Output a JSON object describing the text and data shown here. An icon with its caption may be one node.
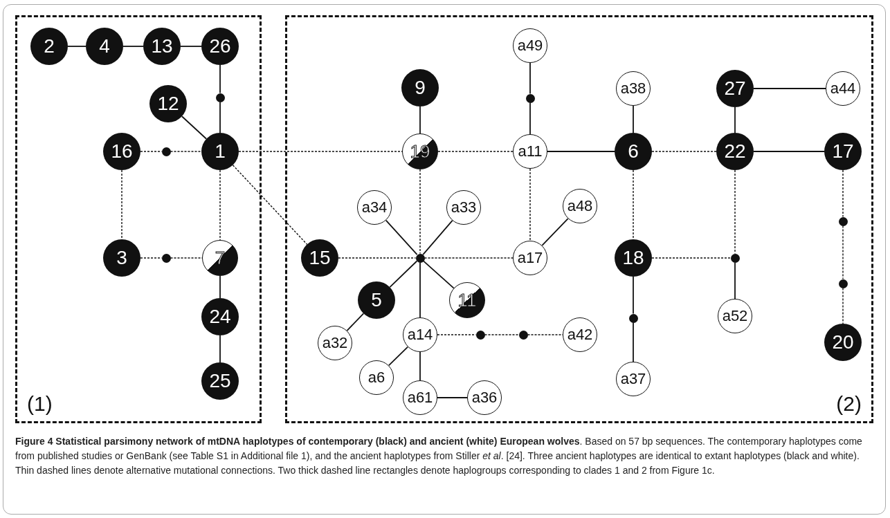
{
  "diagram": {
    "caption": "**Figure 4 Statistical parsimony network of mtDNA haplotypes of contemporary (black) and ancient (white) European wolves**. Based on 57 bp sequences. The contemporary haplotypes come from published studies or GenBank (see Table S1 in Additional file 1), and the ancient haplotypes from Stiller *et al*. [24]. Three ancient haplotypes are identical to extant haplotypes (black and white). Thin dashed lines denote alternative mutational connections. Two thick dashed line rectangles denote haplogroups corresponding to clades 1 and 2 from Figure 1c.",
    "nodes": [
      {
        "text": [
          "(1)"
        ]
      },
      {
        "text": [
          "(2)"
        ]
      },
      {
        "text": [
          "2"
        ],
        "in": 0
      },
      {
        "text": [
          "4"
        ],
        "in": 0
      },
      {
        "text": [
          "13"
        ],
        "in": 0
      },
      {
        "text": [
          "26"
        ],
        "in": 0
      },
      {
        "text": [],
        "shape": "circle",
        "in": 0
      },
      {
        "text": [
          "12"
        ],
        "in": 0
      },
      {
        "text": [
          "16"
        ],
        "in": 0
      },
      {
        "text": [],
        "shape": "circle",
        "in": 0
      },
      {
        "text": [
          "1"
        ],
        "in": 0
      },
      {
        "text": [
          "3"
        ],
        "in": 0
      },
      {
        "text": [],
        "shape": "circle",
        "in": 0
      },
      {
        "text": [
          "7"
        ],
        "in": 0
      },
      {
        "text": [
          "24"
        ],
        "in": 0
      },
      {
        "text": [
          "25"
        ],
        "in": 0
      },
      {
        "text": [
          "a49"
        ],
        "in": 1
      },
      {
        "text": [
          "9"
        ],
        "in": 1
      },
      {
        "text": [],
        "shape": "circle",
        "in": 1
      },
      {
        "text": [
          "19"
        ],
        "in": 1
      },
      {
        "text": [
          "a11"
        ],
        "in": 1
      },
      {
        "text": [
          "a38"
        ],
        "in": 1
      },
      {
        "text": [
          "6"
        ],
        "in": 1
      },
      {
        "text": [
          "27"
        ],
        "in": 1
      },
      {
        "text": [
          "a44"
        ],
        "in": 1
      },
      {
        "text": [
          "22"
        ],
        "in": 1
      },
      {
        "text": [
          "17"
        ],
        "in": 1
      },
      {
        "text": [
          "a34"
        ],
        "in": 1
      },
      {
        "text": [
          "a33"
        ],
        "in": 1
      },
      {
        "text": [
          "a48"
        ],
        "in": 1
      },
      {
        "text": [
          "15"
        ],
        "in": 1
      },
      {
        "text": [],
        "shape": "circle",
        "in": 1
      },
      {
        "text": [
          "a17"
        ],
        "in": 1
      },
      {
        "text": [
          "18"
        ],
        "in": 1
      },
      {
        "text": [],
        "shape": "circle",
        "in": 1
      },
      {
        "text": [],
        "shape": "circle",
        "in": 1
      },
      {
        "text": [
          "5"
        ],
        "in": 1
      },
      {
        "text": [
          "11"
        ],
        "in": 1
      },
      {
        "text": [
          "a52"
        ],
        "in": 1
      },
      {
        "text": [],
        "shape": "circle",
        "in": 1
      },
      {
        "text": [
          "a14"
        ],
        "in": 1
      },
      {
        "text": [],
        "shape": "circle",
        "in": 1
      },
      {
        "text": [],
        "shape": "circle",
        "in": 1
      },
      {
        "text": [
          "a42"
        ],
        "in": 1
      },
      {
        "text": [
          "a32"
        ],
        "in": 1
      },
      {
        "text": [],
        "shape": "circle",
        "in": 1
      },
      {
        "text": [
          "20"
        ],
        "in": 1
      },
      {
        "text": [
          "a6"
        ],
        "in": 1
      },
      {
        "text": [
          "a37"
        ],
        "in": 1
      },
      {
        "text": [
          "a61"
        ],
        "in": 1
      },
      {
        "text": [
          "a36"
        ],
        "in": 1
      }
    ],
    "edges": [
      {
        "from": 2,
        "to": 3,
        "arrow": "none"
      },
      {
        "from": 3,
        "to": 4,
        "arrow": "none"
      },
      {
        "from": 4,
        "to": 5,
        "arrow": "none"
      },
      {
        "from": 5,
        "to": 6,
        "arrow": "none"
      },
      {
        "from": 6,
        "to": 10,
        "arrow": "none"
      },
      {
        "from": 7,
        "to": 10,
        "arrow": "none"
      },
      {
        "from": 8,
        "to": 9,
        "arrow": "none",
        "style": "dashed"
      },
      {
        "from": 9,
        "to": 10,
        "arrow": "none",
        "style": "dashed"
      },
      {
        "from": 8,
        "to": 11,
        "arrow": "none",
        "style": "dashed"
      },
      {
        "from": 10,
        "to": 13,
        "arrow": "none",
        "style": "dashed"
      },
      {
        "from": 11,
        "to": 12,
        "arrow": "none",
        "style": "dashed"
      },
      {
        "from": 12,
        "to": 13,
        "arrow": "none",
        "style": "dashed"
      },
      {
        "from": 13,
        "to": 14,
        "arrow": "none"
      },
      {
        "from": 14,
        "to": 15,
        "arrow": "none"
      },
      {
        "from": 10,
        "to": 19,
        "arrow": "none",
        "style": "dashed"
      },
      {
        "from": 10,
        "to": 30,
        "arrow": "none",
        "style": "dashed"
      },
      {
        "from": 17,
        "to": 19,
        "arrow": "none"
      },
      {
        "from": 19,
        "to": 20,
        "arrow": "none",
        "style": "dashed"
      },
      {
        "from": 16,
        "to": 18,
        "arrow": "none"
      },
      {
        "from": 18,
        "to": 20,
        "arrow": "none"
      },
      {
        "from": 20,
        "to": 22,
        "arrow": "none"
      },
      {
        "from": 21,
        "to": 22,
        "arrow": "none"
      },
      {
        "from": 22,
        "to": 25,
        "arrow": "none",
        "style": "dashed"
      },
      {
        "from": 23,
        "to": 25,
        "arrow": "none"
      },
      {
        "from": 23,
        "to": 24,
        "arrow": "none"
      },
      {
        "from": 25,
        "to": 26,
        "arrow": "none"
      },
      {
        "from": 20,
        "to": 32,
        "arrow": "none",
        "style": "dashed"
      },
      {
        "from": 29,
        "to": 32,
        "arrow": "none"
      },
      {
        "from": 19,
        "to": 31,
        "arrow": "none",
        "style": "dashed"
      },
      {
        "from": 27,
        "to": 31,
        "arrow": "none"
      },
      {
        "from": 28,
        "to": 31,
        "arrow": "none"
      },
      {
        "from": 30,
        "to": 31,
        "arrow": "none",
        "style": "dashed"
      },
      {
        "from": 31,
        "to": 32,
        "arrow": "none",
        "style": "dashed"
      },
      {
        "from": 31,
        "to": 36,
        "arrow": "none"
      },
      {
        "from": 31,
        "to": 37,
        "arrow": "none"
      },
      {
        "from": 31,
        "to": 40,
        "arrow": "none"
      },
      {
        "from": 36,
        "to": 44,
        "arrow": "none"
      },
      {
        "from": 40,
        "to": 47,
        "arrow": "none"
      },
      {
        "from": 40,
        "to": 49,
        "arrow": "none"
      },
      {
        "from": 49,
        "to": 50,
        "arrow": "none"
      },
      {
        "from": 40,
        "to": 41,
        "arrow": "none",
        "style": "dashed"
      },
      {
        "from": 41,
        "to": 42,
        "arrow": "none",
        "style": "dashed"
      },
      {
        "from": 42,
        "to": 43,
        "arrow": "none",
        "style": "dashed"
      },
      {
        "from": 22,
        "to": 33,
        "arrow": "none",
        "style": "dashed"
      },
      {
        "from": 33,
        "to": 34,
        "arrow": "none",
        "style": "dashed"
      },
      {
        "from": 25,
        "to": 34,
        "arrow": "none",
        "style": "dashed"
      },
      {
        "from": 34,
        "to": 38,
        "arrow": "none"
      },
      {
        "from": 33,
        "to": 45,
        "arrow": "none"
      },
      {
        "from": 45,
        "to": 48,
        "arrow": "none"
      },
      {
        "from": 26,
        "to": 35,
        "arrow": "none",
        "style": "dashed"
      },
      {
        "from": 35,
        "to": 39,
        "arrow": "none",
        "style": "dashed"
      },
      {
        "from": 39,
        "to": 46,
        "arrow": "none",
        "style": "dashed"
      }
    ]
  }
}
